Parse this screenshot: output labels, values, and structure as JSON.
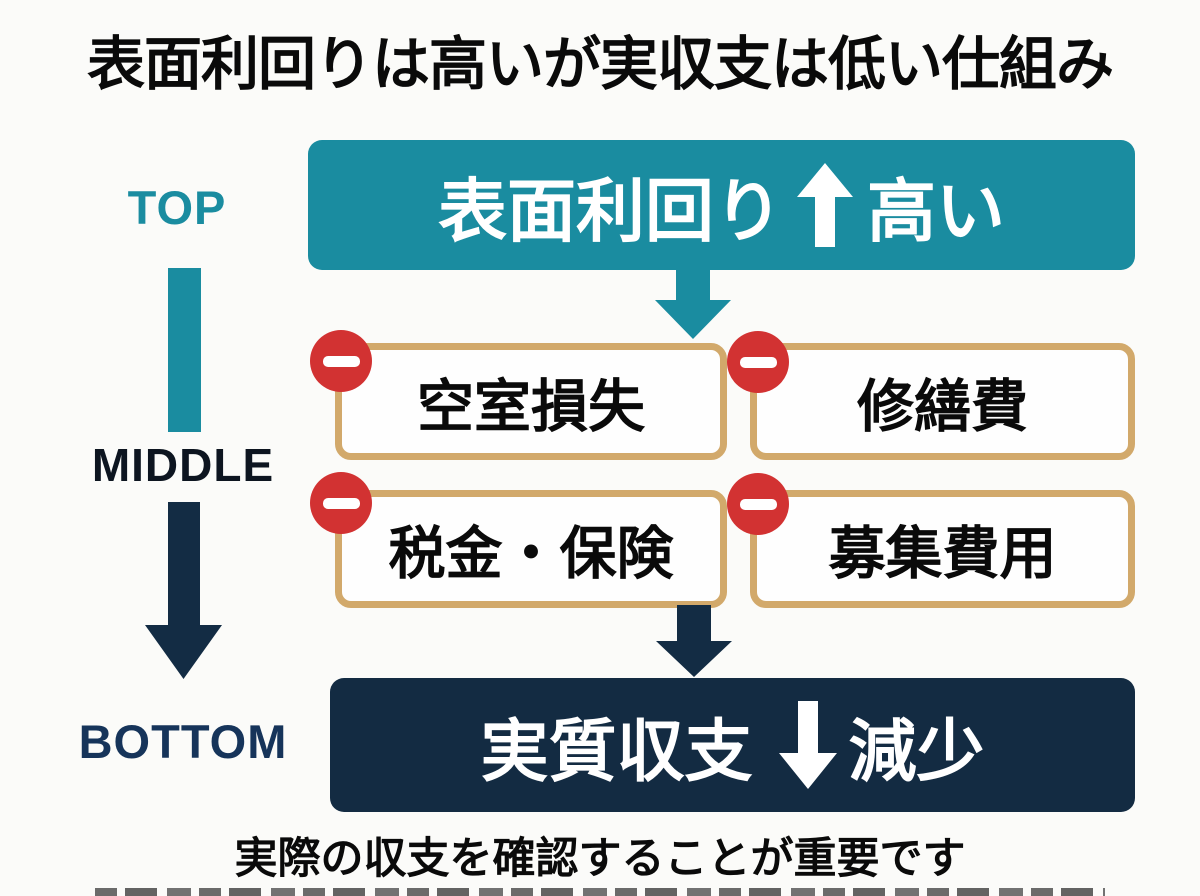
{
  "title": "表面利回りは高いが実収支は低い仕組み",
  "caption": "実際の収支を確認することが重要です",
  "colors": {
    "teal": "#1a8ca0",
    "navy": "#132b42",
    "red": "#d23232",
    "gold_border": "#d2a96b",
    "text_black": "#0a0a0a",
    "white": "#ffffff"
  },
  "timeline": {
    "top_label": "TOP",
    "middle_label": "MIDDLE",
    "bottom_label": "BOTTOM"
  },
  "flow": {
    "top_box": {
      "text_before": "表面利回り",
      "arrow_icon": "up-arrow",
      "text_after": "高い"
    },
    "deductions": [
      {
        "label": "空室損失",
        "icon": "minus"
      },
      {
        "label": "修繕費",
        "icon": "minus"
      },
      {
        "label": "税金・保険",
        "icon": "minus"
      },
      {
        "label": "募集費用",
        "icon": "minus"
      }
    ],
    "bottom_box": {
      "text_before": "実質収支",
      "arrow_icon": "down-arrow",
      "text_after": "減少"
    }
  }
}
